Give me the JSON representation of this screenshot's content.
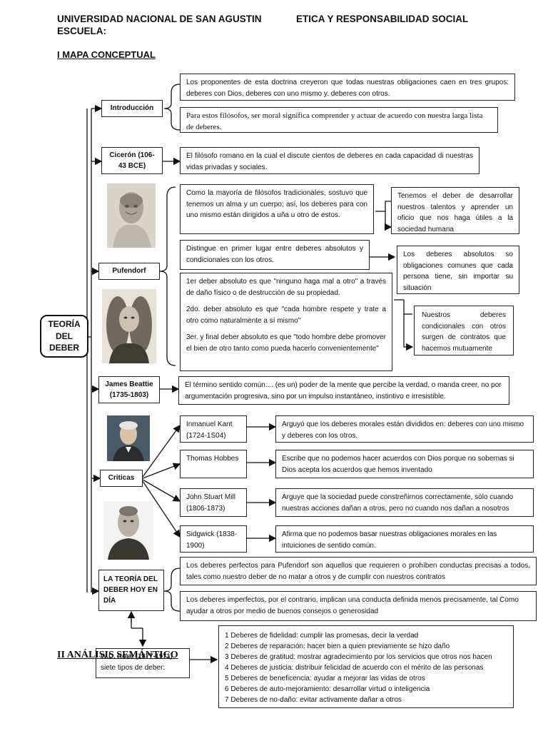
{
  "header": {
    "university": "UNIVERSIDAD NACIONAL DE SAN AGUSTIN",
    "course": "ETICA Y RESPONSABILIDAD SOCIAL",
    "school": "ESCUELA:"
  },
  "section1_title": "I MAPA CONCEPTUAL",
  "section2_title": "II ANÁLISIS SEMÁNTICO",
  "root": "TEORÍA\nDEL DEBER",
  "introduccion": {
    "label": "Introducción",
    "text1": "Los proponentes de esta doctrina creyeron que todas nuestras obligaciones caen en tres grupos: deberes con Dios, deberes con uno mismo y. deberes con otros.",
    "text2": "Para estos filósofos, ser moral significa comprender y actuar de acuerdo con nuestra larga lista de deberes."
  },
  "ciceron": {
    "label": "Cicerón (106-43 BCE)",
    "text": "El filósofo romano en la cual el discute cientos de deberes en cada capacidad di nuestras vidas privadas y sociales."
  },
  "pufendorf": {
    "label": "Pufendorf",
    "text1": "Como la mayoría de filósofos tradicionales, sostuvo que tenemos un alma y un cuerpo; así, los deberes para con uno mismo están dirigidos a uña u otro de estos.",
    "text1_side": "Tenemos el deber de desarrollar nuestros talentos y aprender un oficio que nos haga útiles a la sociedad humana",
    "text2": "Distingue en primer lugar entre deberes absolutos y condicionales con los otros.",
    "text2_side": "Los deberes absolutos so obligaciones comunes que cada persona tiene, sin importar su situación",
    "text3a": "1er deber absoluto es que \"ninguno haga mal a otro\" a través de daño físico o de destrucción de su propiedad.",
    "text3b": "2do. deber absoluto es que \"cada hombre respete y trate a otro como naturalmente a sí mismo\"",
    "text3c": "3er. y final deber absoluto es que \"todo hombre debe promover el bien de otro tanto como pueda hacerlo convenientemente\"",
    "text3_side": "Nuestros deberes condicionales con otros surgen de contratos que hacemos mutuamente"
  },
  "beattie": {
    "label": "James Beattie (1735-1803)",
    "text": "El término sentido común.... (es un) poder de la mente que percibe la verdad, o manda creer, no por argumentación progresiva, sino por un impulso instantáneo, instintivo e irresistible."
  },
  "criticas": {
    "label": "Criticas",
    "items": [
      {
        "name": "Inmanuel Kant (1724-1S04)",
        "text": "Arguyó que los deberes morales están divididos en: deberes con uno mismo y deberes con los otros."
      },
      {
        "name": "Thomas Hobbes",
        "text": "Escribe que no podemos hacer acuerdos con Dios porque no sobernas si Dios acepta los acuerdos que hemos inventado"
      },
      {
        "name": "John Stuart Mill (1806-1873)",
        "text": "Arguye que la sociedad puede constreñirnos correctamente, sólo cuando nuestras acciones dañan a otros, pero no cuando nos dañan a nosotros"
      },
      {
        "name": "Sidgwick (1838-1900)",
        "text": "Afirma que no podemos basar nuestras obligaciones morales en las intuiciones de sentido común."
      }
    ]
  },
  "hoy": {
    "label": "LA TEORÍA DEL DEBER HOY EN DÍA",
    "text1": "Los deberes perfectos para Pufendorf son aquellos que requieren o prohíben conductas precisas a todos, tales como nuestro deber de no matar a otros y de cumplir con nuestros contratos",
    "text2": "Los deberes imperfectos, por el contrario, implican una conducta definida menos precisamente, tal Como ayudar a otros por medio de buenos consejos o generosidad"
  },
  "ross": {
    "label_overlap": "W.D. Ross (1877-1971)",
    "label": "siete tipos de deber:",
    "items": [
      "1 Deberes de fidelidad: cumplir las promesas, decir la verdad",
      "2 Deberes de reparación: hacer bien a quien previamente se hizo daño",
      "3 Deberes de gratitud: mostrar agradecimiento por los servicios que otros nos hacen",
      "4 Deberes de justicia: distribuir felicidad de acuerdo con el mérito de las personas",
      "5 Deberes de beneficencia: ayudar a mejorar las vidas de otros",
      "6 Deberes de auto-mejoramiento: desarrollar virtud o inteligencia",
      "7 Deberes de no-daño: evitar activamente dañar a otros"
    ]
  }
}
